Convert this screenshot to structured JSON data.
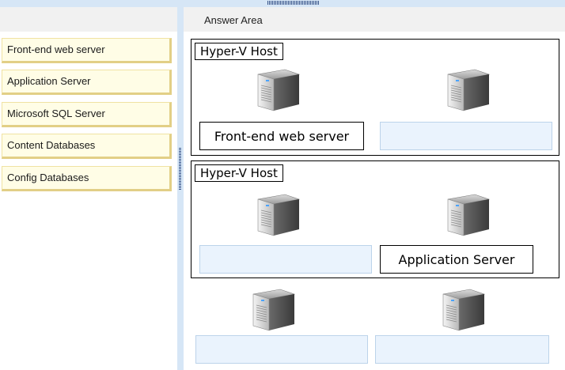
{
  "answer_area": {
    "title": "Answer Area"
  },
  "choices": [
    {
      "label": "Front-end web server"
    },
    {
      "label": "Application Server"
    },
    {
      "label": "Microsoft SQL Server"
    },
    {
      "label": "Content Databases"
    },
    {
      "label": "Config Databases"
    }
  ],
  "hosts": [
    {
      "label": "Hyper-V Host",
      "slots": [
        "Front-end web server",
        ""
      ]
    },
    {
      "label": "Hyper-V Host",
      "slots": [
        "",
        "Application Server"
      ]
    }
  ],
  "standalone": {
    "slots": [
      "",
      ""
    ]
  },
  "icons": {
    "server": "server-icon",
    "grip": "drag-grip-icon"
  }
}
